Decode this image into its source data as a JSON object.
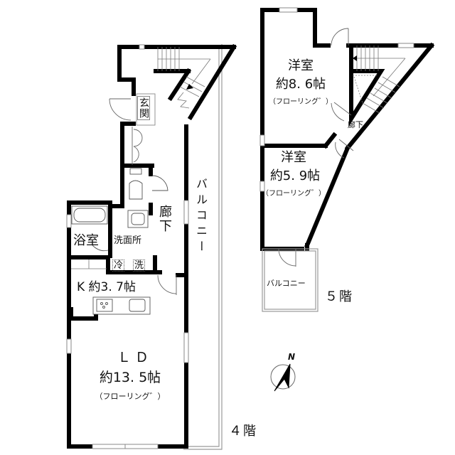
{
  "floors": {
    "floor4": {
      "label": "４階",
      "rooms": {
        "entrance": "玄関",
        "hallway": "廊下",
        "balcony": "バルコニー",
        "bathroom": "浴室",
        "washroom": "洗面所",
        "fridge": "冷",
        "washer": "洗",
        "kitchen": "K 約3. 7帖",
        "ld_name": "ＬＤ",
        "ld_size": "約13. 5帖",
        "ld_floor": "（フローリング゛）"
      }
    },
    "floor5": {
      "label": "５階",
      "rooms": {
        "room1_name": "洋室",
        "room1_size": "約8. 6帖",
        "room1_floor": "（フローリング゛）",
        "room2_name": "洋室",
        "room2_size": "約5. 9帖",
        "room2_floor": "（フローリング゛）",
        "hallway": "廊下",
        "balcony": "バルコニー"
      }
    }
  },
  "compass": {
    "label": "N",
    "icon": "north-arrow-icon"
  },
  "colors": {
    "wall": "#000000",
    "line": "#888888",
    "background": "#ffffff"
  }
}
